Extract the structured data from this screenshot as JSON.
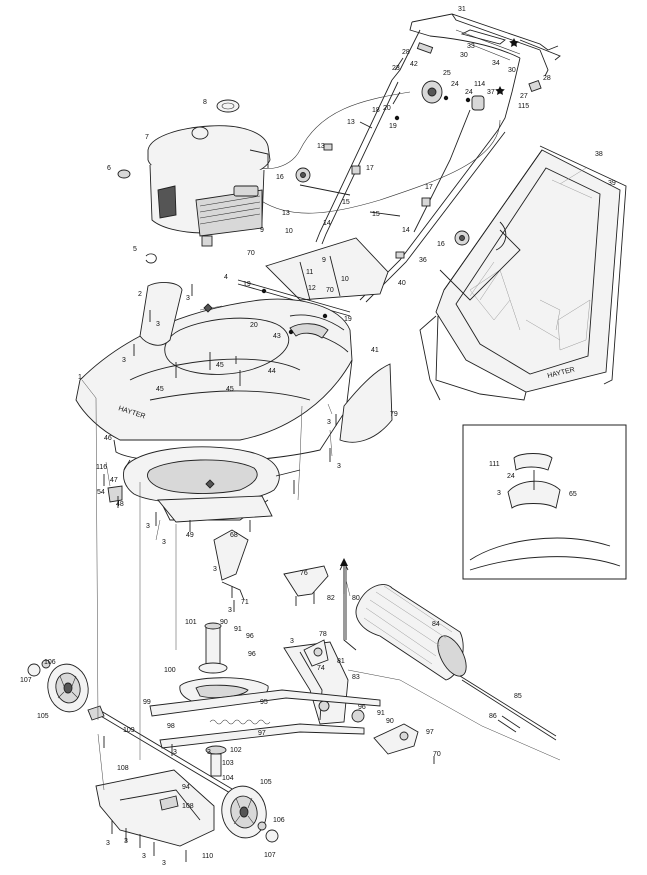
{
  "brand": {
    "deck_logo": "HAYTER",
    "box_logo": "HAYTER"
  },
  "symbols": {
    "diamond": "diamond-symbol",
    "star": "star-symbol",
    "dot": "dot-symbol"
  },
  "callouts": [
    {
      "id": "c31",
      "label": "31"
    },
    {
      "id": "c33",
      "label": "33"
    },
    {
      "id": "c28a",
      "label": "28"
    },
    {
      "id": "c30a",
      "label": "30"
    },
    {
      "id": "c34",
      "label": "34"
    },
    {
      "id": "c42",
      "label": "42"
    },
    {
      "id": "c23",
      "label": "23"
    },
    {
      "id": "c25",
      "label": "25"
    },
    {
      "id": "c30b",
      "label": "30"
    },
    {
      "id": "c28b",
      "label": "28"
    },
    {
      "id": "c24a",
      "label": "24"
    },
    {
      "id": "c114",
      "label": "114"
    },
    {
      "id": "c27",
      "label": "27"
    },
    {
      "id": "c24b",
      "label": "24"
    },
    {
      "id": "c37",
      "label": "37"
    },
    {
      "id": "c115",
      "label": "115"
    },
    {
      "id": "c8",
      "label": "8"
    },
    {
      "id": "c18",
      "label": "18"
    },
    {
      "id": "c20a",
      "label": "20"
    },
    {
      "id": "c19a",
      "label": "19"
    },
    {
      "id": "c13a",
      "label": "13"
    },
    {
      "id": "c7",
      "label": "7"
    },
    {
      "id": "c13b",
      "label": "13"
    },
    {
      "id": "c17a",
      "label": "17"
    },
    {
      "id": "c6",
      "label": "6"
    },
    {
      "id": "c16a",
      "label": "16"
    },
    {
      "id": "c15a",
      "label": "15"
    },
    {
      "id": "c38",
      "label": "38"
    },
    {
      "id": "c39",
      "label": "39"
    },
    {
      "id": "c13c",
      "label": "13"
    },
    {
      "id": "c14a",
      "label": "14"
    },
    {
      "id": "c17b",
      "label": "17"
    },
    {
      "id": "c15b",
      "label": "15"
    },
    {
      "id": "c9a",
      "label": "9"
    },
    {
      "id": "c10a",
      "label": "10"
    },
    {
      "id": "c14b",
      "label": "14"
    },
    {
      "id": "c16b",
      "label": "16"
    },
    {
      "id": "c5",
      "label": "5"
    },
    {
      "id": "c70a",
      "label": "70"
    },
    {
      "id": "c9b",
      "label": "9"
    },
    {
      "id": "c36",
      "label": "36"
    },
    {
      "id": "c11",
      "label": "11"
    },
    {
      "id": "c10b",
      "label": "10"
    },
    {
      "id": "c4",
      "label": "4"
    },
    {
      "id": "c40",
      "label": "40"
    },
    {
      "id": "c12",
      "label": "12"
    },
    {
      "id": "c70b",
      "label": "70"
    },
    {
      "id": "c2",
      "label": "2"
    },
    {
      "id": "c3a",
      "label": "3"
    },
    {
      "id": "c19b",
      "label": "19"
    },
    {
      "id": "c19c",
      "label": "19"
    },
    {
      "id": "c3b",
      "label": "3"
    },
    {
      "id": "c20b",
      "label": "20"
    },
    {
      "id": "c43",
      "label": "43"
    },
    {
      "id": "c41",
      "label": "41"
    },
    {
      "id": "c3c",
      "label": "3"
    },
    {
      "id": "c45a",
      "label": "45"
    },
    {
      "id": "c44",
      "label": "44"
    },
    {
      "id": "c1",
      "label": "1"
    },
    {
      "id": "c45b",
      "label": "45"
    },
    {
      "id": "c45c",
      "label": "45"
    },
    {
      "id": "c79",
      "label": "79"
    },
    {
      "id": "c46",
      "label": "46"
    },
    {
      "id": "c3d",
      "label": "3"
    },
    {
      "id": "c116",
      "label": "116"
    },
    {
      "id": "c3e",
      "label": "3"
    },
    {
      "id": "c111",
      "label": "111"
    },
    {
      "id": "c24c",
      "label": "24"
    },
    {
      "id": "c3f",
      "label": "3"
    },
    {
      "id": "c65",
      "label": "65"
    },
    {
      "id": "c47",
      "label": "47"
    },
    {
      "id": "c54",
      "label": "54"
    },
    {
      "id": "c48",
      "label": "48"
    },
    {
      "id": "c3g",
      "label": "3"
    },
    {
      "id": "c3h",
      "label": "3"
    },
    {
      "id": "c49",
      "label": "49"
    },
    {
      "id": "c68",
      "label": "68"
    },
    {
      "id": "c3i",
      "label": "3"
    },
    {
      "id": "c71",
      "label": "71"
    },
    {
      "id": "c3j",
      "label": "3"
    },
    {
      "id": "c76",
      "label": "76"
    },
    {
      "id": "c82",
      "label": "82"
    },
    {
      "id": "c80",
      "label": "80"
    },
    {
      "id": "c84",
      "label": "84"
    },
    {
      "id": "c101",
      "label": "101"
    },
    {
      "id": "c90a",
      "label": "90"
    },
    {
      "id": "c91a",
      "label": "91"
    },
    {
      "id": "c96a",
      "label": "96"
    },
    {
      "id": "c3k",
      "label": "3"
    },
    {
      "id": "c78",
      "label": "78"
    },
    {
      "id": "c96b",
      "label": "96"
    },
    {
      "id": "c81",
      "label": "81"
    },
    {
      "id": "c100",
      "label": "100"
    },
    {
      "id": "c74",
      "label": "74"
    },
    {
      "id": "c106a",
      "label": "106"
    },
    {
      "id": "c107a",
      "label": "107"
    },
    {
      "id": "c83",
      "label": "83"
    },
    {
      "id": "c99",
      "label": "99"
    },
    {
      "id": "c95",
      "label": "95"
    },
    {
      "id": "c85",
      "label": "85"
    },
    {
      "id": "c105a",
      "label": "105"
    },
    {
      "id": "c96c",
      "label": "96"
    },
    {
      "id": "c91b",
      "label": "91"
    },
    {
      "id": "c86",
      "label": "86"
    },
    {
      "id": "c98",
      "label": "98"
    },
    {
      "id": "c90b",
      "label": "90"
    },
    {
      "id": "c97a",
      "label": "97"
    },
    {
      "id": "c109",
      "label": "109"
    },
    {
      "id": "c97b",
      "label": "97"
    },
    {
      "id": "c102",
      "label": "102"
    },
    {
      "id": "c3l",
      "label": "3"
    },
    {
      "id": "c3m",
      "label": "3"
    },
    {
      "id": "c103",
      "label": "103"
    },
    {
      "id": "c108a",
      "label": "108"
    },
    {
      "id": "c104",
      "label": "104"
    },
    {
      "id": "c70c",
      "label": "70"
    },
    {
      "id": "c105b",
      "label": "105"
    },
    {
      "id": "c94",
      "label": "94"
    },
    {
      "id": "c108b",
      "label": "108"
    },
    {
      "id": "c106b",
      "label": "106"
    },
    {
      "id": "c3n",
      "label": "3"
    },
    {
      "id": "c3o",
      "label": "3"
    },
    {
      "id": "c3p",
      "label": "3"
    },
    {
      "id": "c110",
      "label": "110"
    },
    {
      "id": "c107b",
      "label": "107"
    },
    {
      "id": "c3q",
      "label": "3"
    }
  ]
}
